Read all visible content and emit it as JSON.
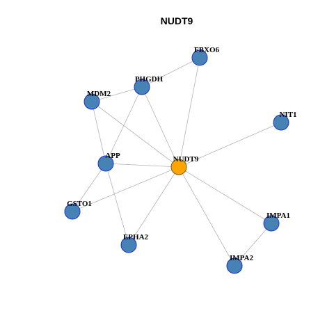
{
  "title": "NUDT9",
  "colors": {
    "center_fill": "#FFA500",
    "center_stroke": "#7f5a10",
    "node_fill": "#4682B4",
    "node_stroke": "#1a2fd6",
    "edge": "#b3b3b3"
  },
  "nodes": [
    {
      "id": "NUDT9",
      "center": true
    },
    {
      "id": "FBXO6"
    },
    {
      "id": "PHGDH"
    },
    {
      "id": "MDM2"
    },
    {
      "id": "NIT1"
    },
    {
      "id": "APP"
    },
    {
      "id": "GSTO1"
    },
    {
      "id": "EPHA2"
    },
    {
      "id": "IMPA1"
    },
    {
      "id": "IMPA2"
    }
  ],
  "edges": [
    [
      "NUDT9",
      "FBXO6"
    ],
    [
      "NUDT9",
      "PHGDH"
    ],
    [
      "NUDT9",
      "MDM2"
    ],
    [
      "NUDT9",
      "NIT1"
    ],
    [
      "NUDT9",
      "APP"
    ],
    [
      "NUDT9",
      "GSTO1"
    ],
    [
      "NUDT9",
      "EPHA2"
    ],
    [
      "NUDT9",
      "IMPA1"
    ],
    [
      "NUDT9",
      "IMPA2"
    ],
    [
      "FBXO6",
      "PHGDH"
    ],
    [
      "PHGDH",
      "MDM2"
    ],
    [
      "PHGDH",
      "APP"
    ],
    [
      "MDM2",
      "APP"
    ],
    [
      "APP",
      "GSTO1"
    ],
    [
      "APP",
      "EPHA2"
    ],
    [
      "IMPA1",
      "IMPA2"
    ]
  ]
}
